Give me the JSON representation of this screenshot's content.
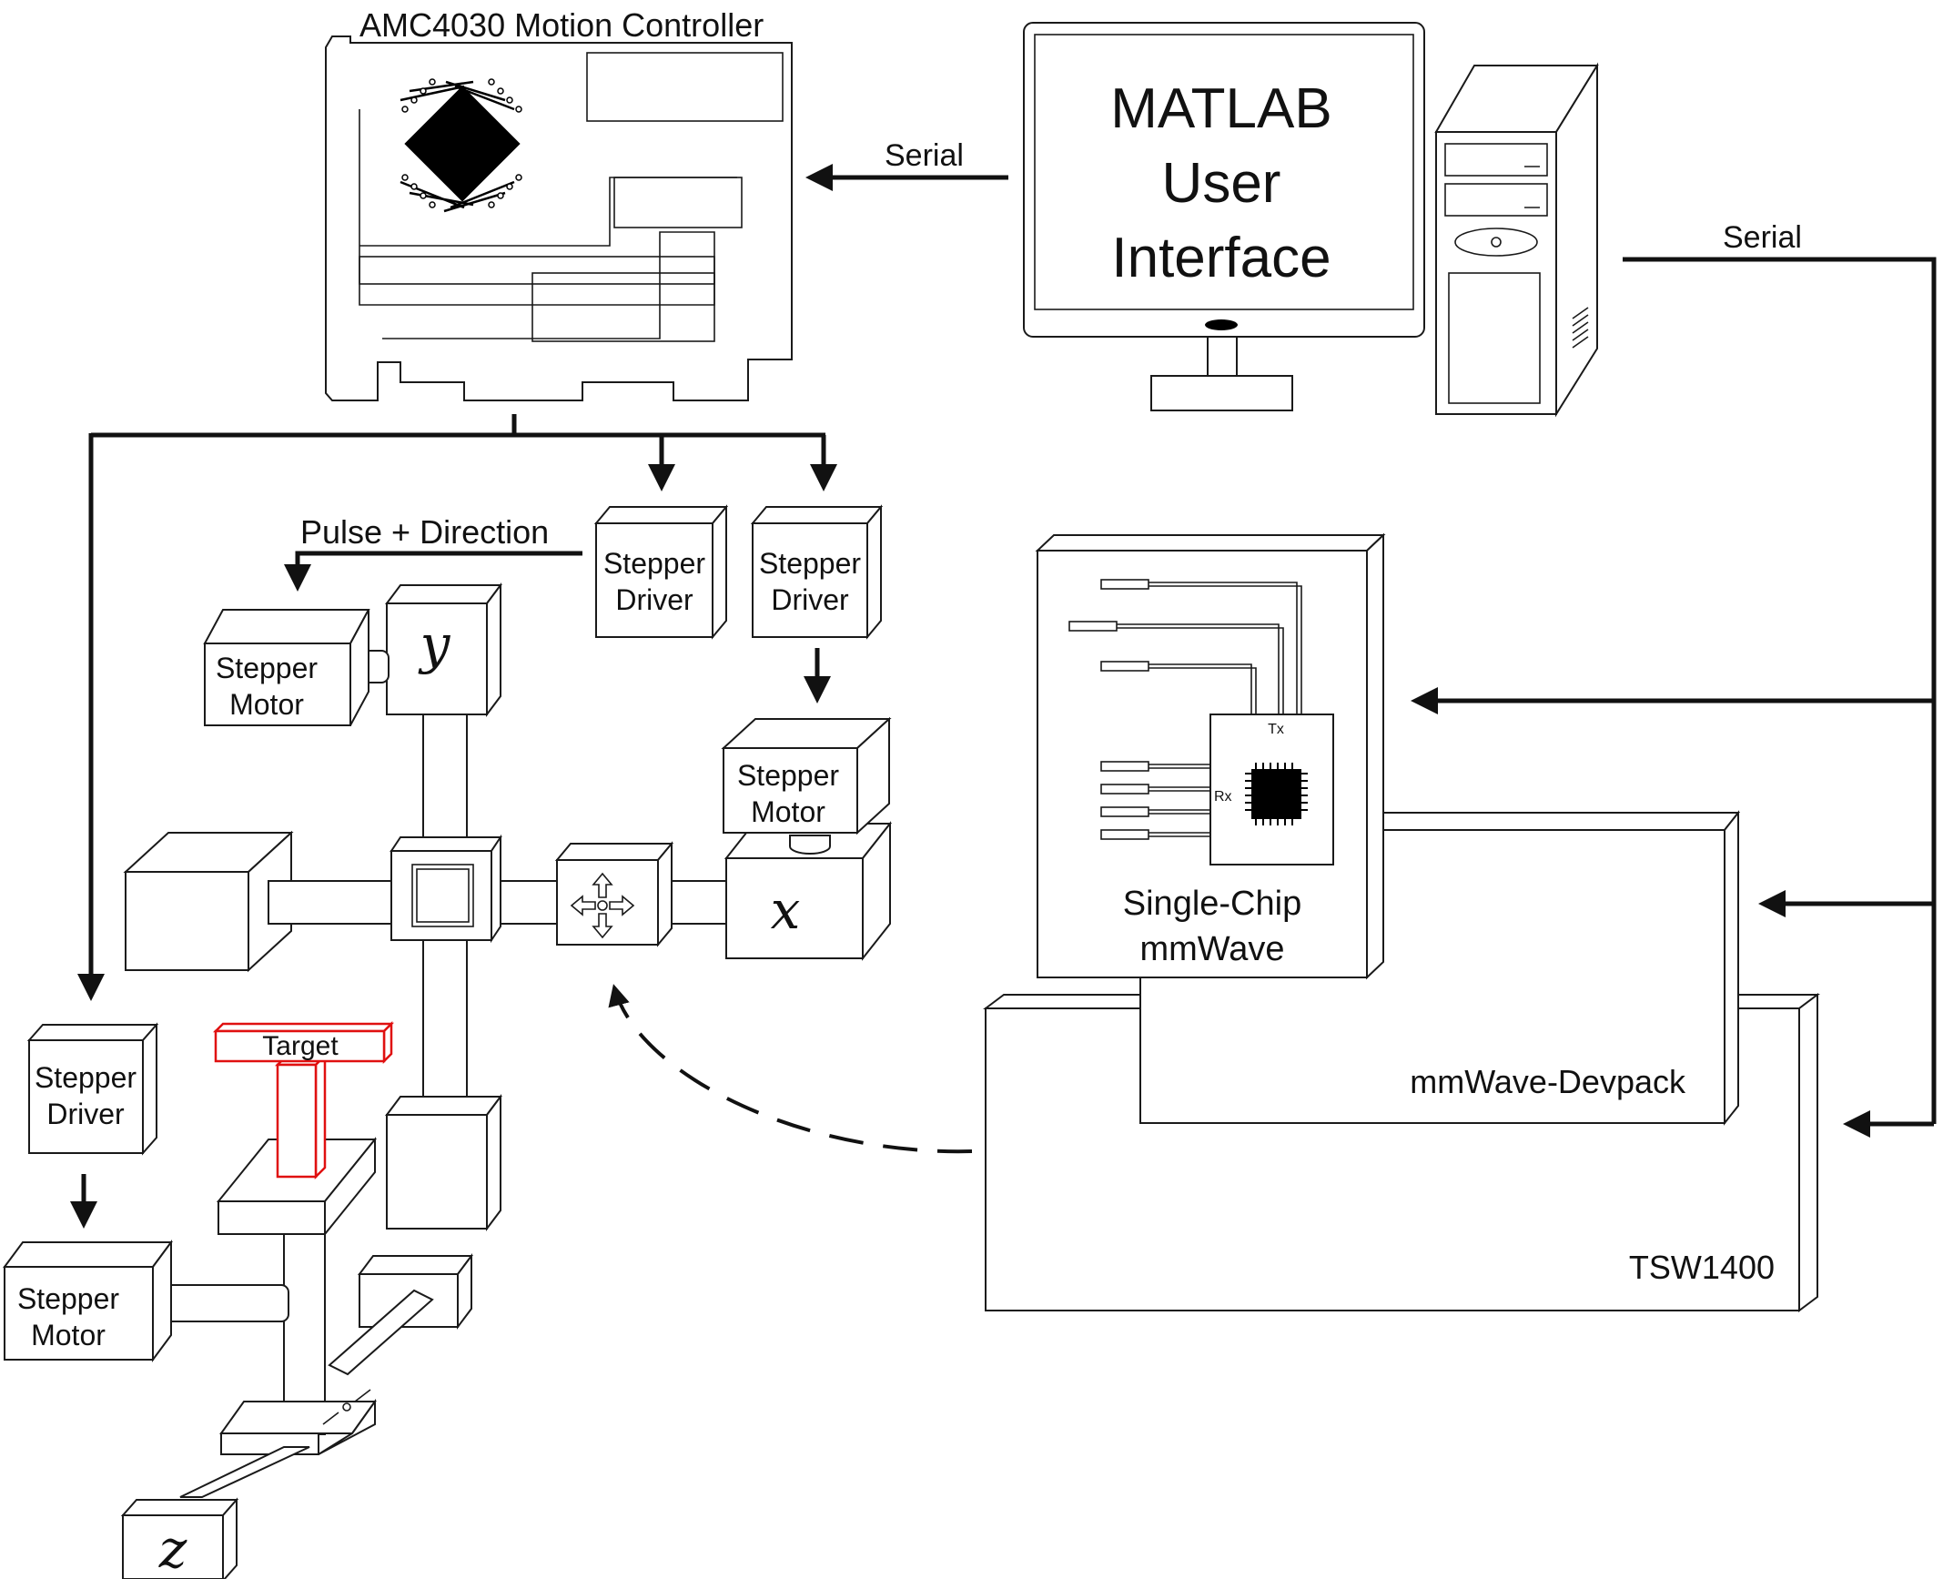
{
  "controller": {
    "title": "AMC4030 Motion Controller"
  },
  "links": {
    "serial_top": "Serial",
    "serial_right": "Serial",
    "pulse_direction": "Pulse + Direction"
  },
  "monitor": {
    "line1": "MATLAB",
    "line2": "User",
    "line3": "Interface"
  },
  "drivers": [
    {
      "line1": "Stepper",
      "line2": "Driver"
    },
    {
      "line1": "Stepper",
      "line2": "Driver"
    },
    {
      "line1": "Stepper",
      "line2": "Driver"
    }
  ],
  "motors": [
    {
      "line1": "Stepper",
      "line2": "Motor"
    },
    {
      "line1": "Stepper",
      "line2": "Motor"
    },
    {
      "line1": "Stepper",
      "line2": "Motor"
    }
  ],
  "axes": {
    "x": "x",
    "y": "y",
    "z": "z"
  },
  "target": {
    "label": "Target"
  },
  "radar": {
    "tx": "Tx",
    "rx": "Rx",
    "line1": "Single-Chip",
    "line2": "mmWave"
  },
  "devpack": {
    "label": "mmWave-Devpack"
  },
  "capture": {
    "label": "TSW1400"
  }
}
